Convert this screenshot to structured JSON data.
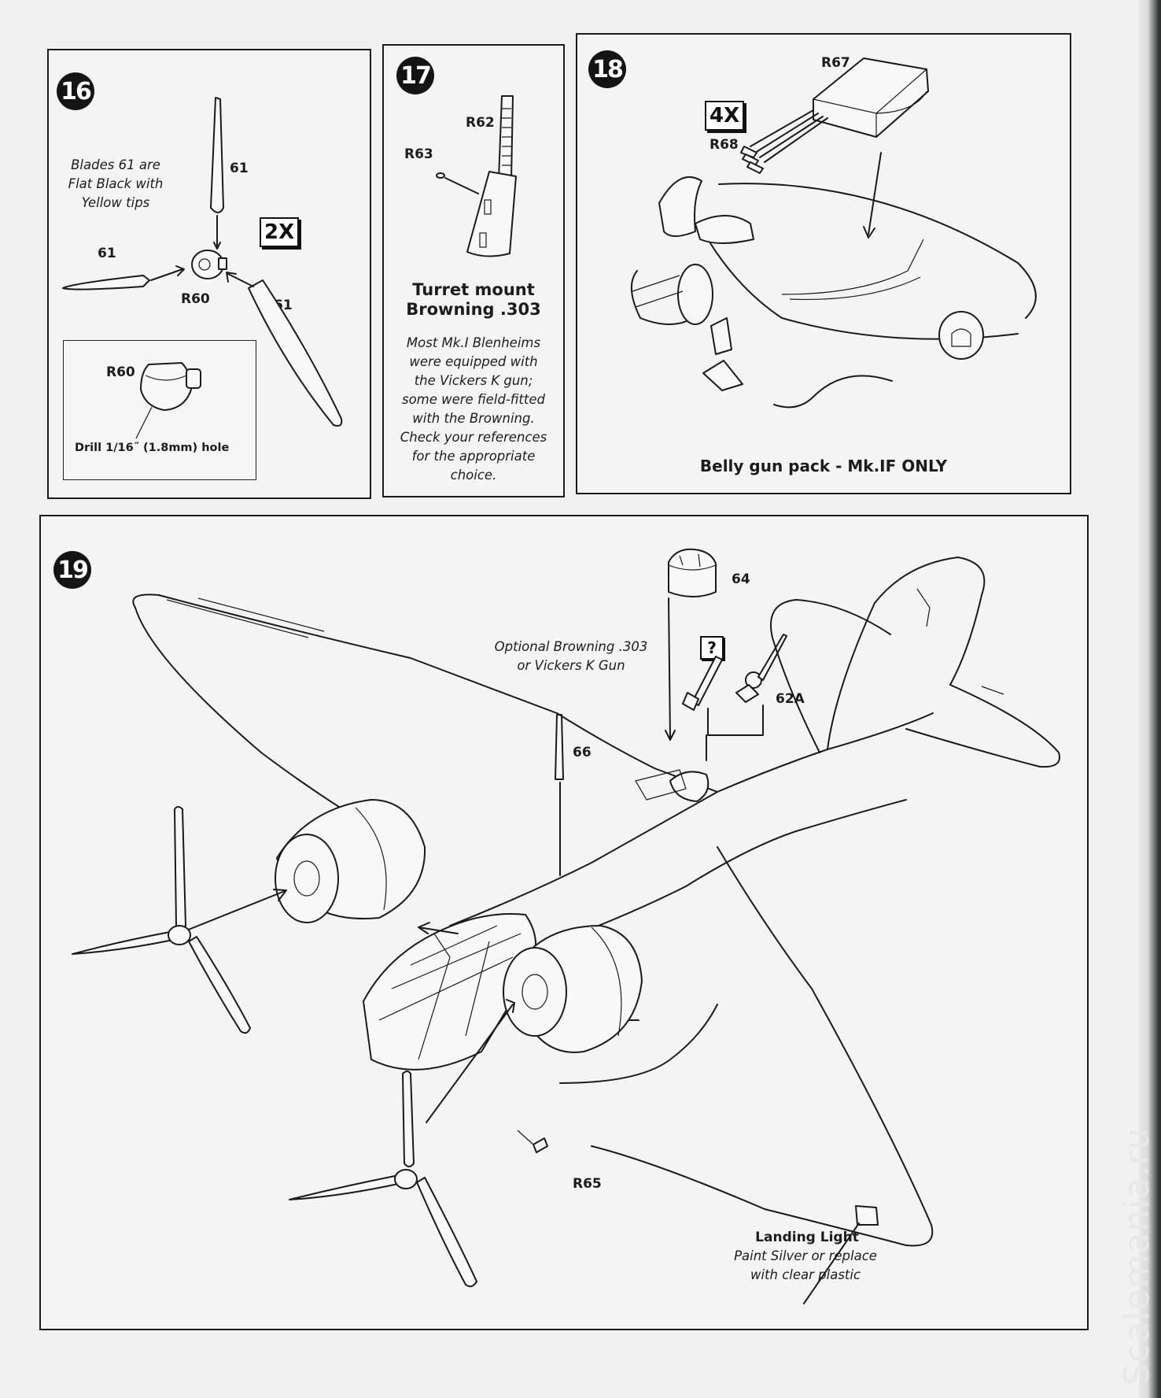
{
  "steps": {
    "s16": {
      "number": "16",
      "multiplier": "2X",
      "note_blades": "Blades 61 are\nFlat Black with\nYellow tips",
      "labels": {
        "blade_top": "61",
        "blade_left": "61",
        "blade_right": "61",
        "hub": "R60"
      },
      "inset": {
        "part": "R60",
        "caption": "Drill 1/16˝ (1.8mm) hole"
      }
    },
    "s17": {
      "number": "17",
      "labels": {
        "gun": "R62",
        "pin": "R63"
      },
      "title": "Turret mount\nBrowning .303",
      "note": "Most Mk.I Blenheims\nwere equipped with\nthe Vickers K gun;\nsome were field-fitted\nwith the Browning.\nCheck your references\nfor the appropriate\nchoice."
    },
    "s18": {
      "number": "18",
      "multiplier": "4X",
      "labels": {
        "pack": "R67",
        "barrels": "R68"
      },
      "caption": "Belly gun pack - Mk.IF ONLY"
    },
    "s19": {
      "number": "19",
      "labels": {
        "turret": "64",
        "gun_opt": "62A",
        "antenna": "66",
        "part_r65": "R65"
      },
      "optional_gun": "Optional Browning .303\nor Vickers K Gun",
      "question": "?",
      "landing_title": "Landing Light",
      "landing_note": "Paint Silver or replace\nwith clear plastic"
    }
  },
  "watermark": "Scalemania.ru",
  "colors": {
    "paper": "#f1f1f2",
    "ink": "#1a1a1a",
    "background": "#2b2f2a"
  }
}
